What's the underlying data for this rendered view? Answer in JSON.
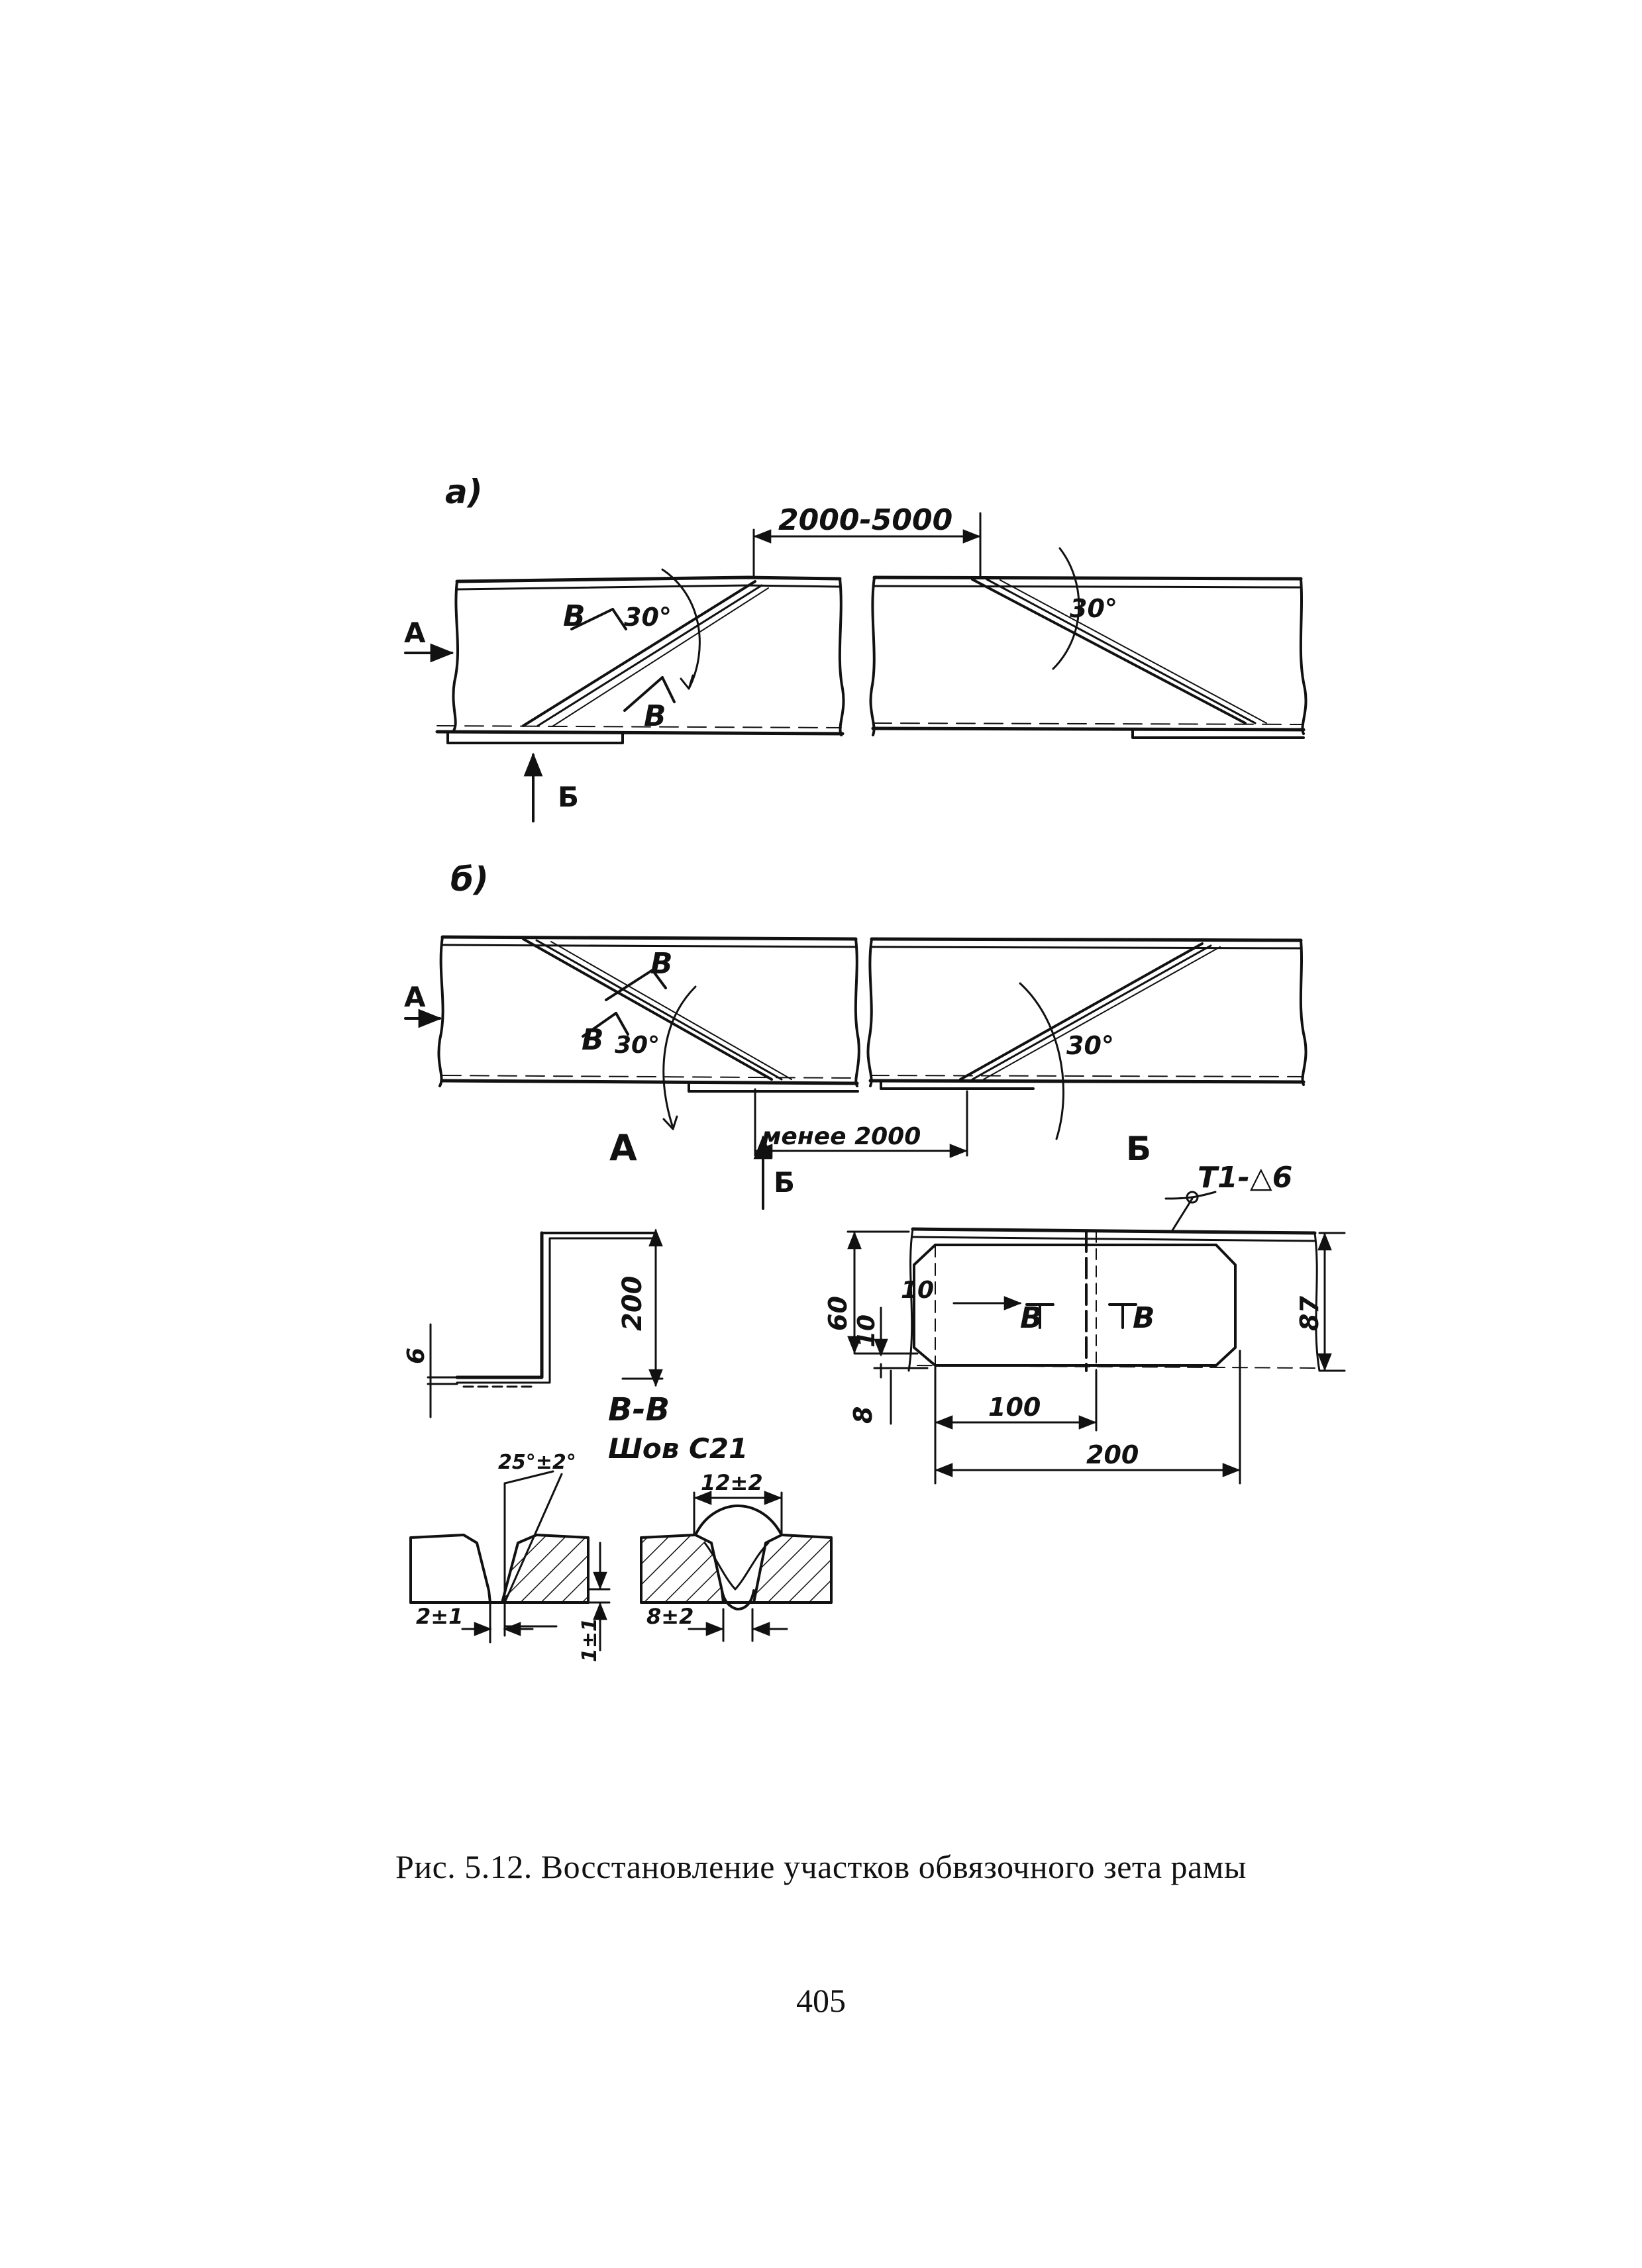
{
  "figure": {
    "caption": "Рис. 5.12. Восстановление участков обвязочного зета рамы",
    "page_number": "405"
  },
  "view_a": {
    "label": "а)",
    "dimension": "2000-5000",
    "angle_left": "30°",
    "angle_right": "30°",
    "section_mark_1": "В",
    "section_mark_2": "В",
    "arrow_a": "А",
    "arrow_b": "Б"
  },
  "view_b": {
    "label": "б)",
    "section_mark_1": "В",
    "section_mark_2": "В",
    "angle_left": "30°",
    "angle_right": "30°",
    "arrow_a": "А",
    "arrow_b": "Б",
    "dimension": "менее 2000"
  },
  "view_A": {
    "title": "А",
    "dim_height": "200",
    "dim_thickness": "6"
  },
  "view_B": {
    "title": "Б",
    "weld_note": "Т1-△6",
    "dim_60": "60",
    "dim_10_v": "10",
    "dim_10_corner": "10",
    "dim_87": "87",
    "dim_8": "8",
    "dim_100": "100",
    "dim_200": "200",
    "section_mark_1": "В",
    "section_mark_2": "В"
  },
  "section_vv": {
    "title": "В-В",
    "weld_type": "Шов С21",
    "bevel_angle": "25°±2°",
    "gap": "2±1",
    "root_face": "1±1",
    "bead_width": "12±2",
    "root_width": "8±2"
  }
}
